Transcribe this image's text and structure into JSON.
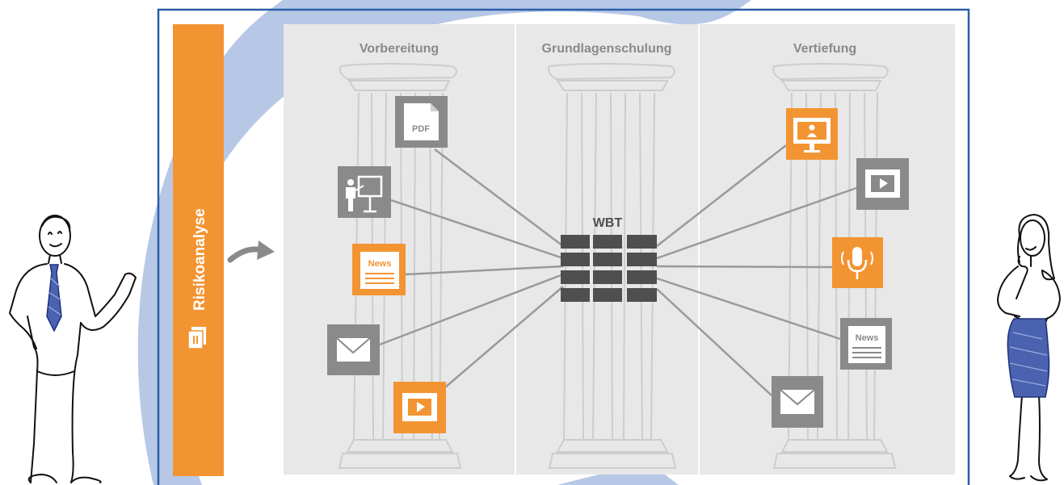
{
  "sidebar": {
    "label": "Risikoanalyse",
    "icon": "document-stack-icon"
  },
  "columns": [
    {
      "title": "Vorbereitung"
    },
    {
      "title": "Grundlagenschulung"
    },
    {
      "title": "Vertiefung"
    }
  ],
  "hub": {
    "label": "WBT"
  },
  "left_icons": [
    {
      "name": "pdf-icon",
      "label": "PDF",
      "color": "gray"
    },
    {
      "name": "presentation-icon",
      "color": "gray"
    },
    {
      "name": "newsletter-icon",
      "label": "News",
      "color": "orange"
    },
    {
      "name": "email-icon",
      "color": "gray"
    },
    {
      "name": "video-icon",
      "color": "orange"
    }
  ],
  "right_icons": [
    {
      "name": "webinar-icon",
      "color": "orange"
    },
    {
      "name": "video-icon",
      "color": "gray"
    },
    {
      "name": "podcast-icon",
      "color": "orange"
    },
    {
      "name": "newsletter-icon",
      "label": "News",
      "color": "gray"
    },
    {
      "name": "email-icon",
      "color": "gray"
    }
  ],
  "colors": {
    "orange": "#f39433",
    "gray": "#8a8a8a",
    "panel": "#e8e8e8",
    "frame": "#2a5ea8",
    "arc": "#b7c8e6",
    "pillar": "#cdcdcd",
    "dark": "#4f4f4f",
    "text": "#8a8a8a"
  }
}
